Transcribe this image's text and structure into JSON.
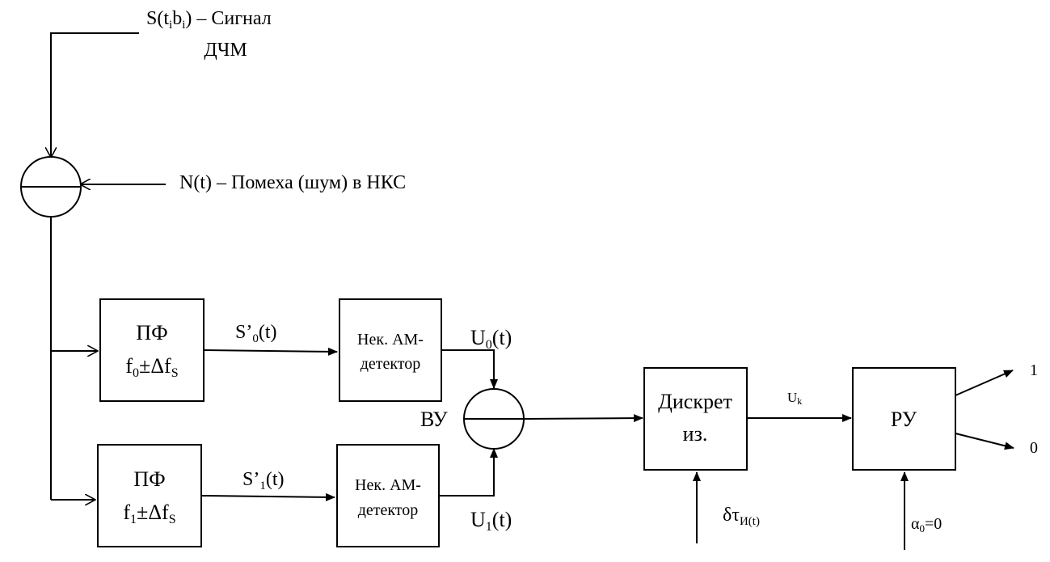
{
  "signal": {
    "prefix": "S(t",
    "sub1": "i",
    "mid": "b",
    "sub2": "i",
    "suffix": ") – Сигнал",
    "line2": "ДЧМ"
  },
  "noise": {
    "label": "N(t) – Помеха (шум) в НКС"
  },
  "filter0": {
    "title": "ПФ",
    "f": "f",
    "fsub": "0",
    "pm": "±Δf",
    "ssub": "S"
  },
  "filter1": {
    "title": "ПФ",
    "f": "f",
    "fsub": "1",
    "pm": "±Δf",
    "ssub": "S"
  },
  "sig0": {
    "prefix": "S’",
    "sub": "0",
    "suffix": "(t)"
  },
  "sig1": {
    "prefix": "S’",
    "sub": "1",
    "suffix": "(t)"
  },
  "det0": {
    "line1": "Нек. АМ-",
    "line2": "детектор"
  },
  "det1": {
    "line1": "Нек. АМ-",
    "line2": "детектор"
  },
  "u0": {
    "prefix": "U",
    "sub": "0",
    "suffix": "(t)"
  },
  "u1": {
    "prefix": "U",
    "sub": "1",
    "suffix": "(t)"
  },
  "subtractor": {
    "label": "ВУ"
  },
  "discrete": {
    "line1": "Дискрет",
    "line2": "из."
  },
  "uk": {
    "prefix": "U",
    "sub": "k"
  },
  "delta": {
    "prefix": "δτ",
    "sub": "И(t)"
  },
  "decision": {
    "label": "РУ"
  },
  "alpha": {
    "prefix": "α",
    "sub": "0",
    "suffix": "=0"
  },
  "outputs": {
    "one": "1",
    "zero": "0"
  }
}
